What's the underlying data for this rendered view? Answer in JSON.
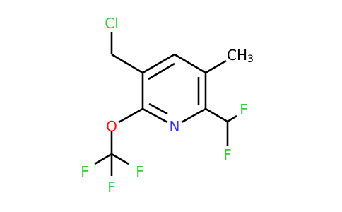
{
  "molecule": {
    "atoms": {
      "cl": {
        "text": "Cl",
        "color": "#33cc33"
      },
      "n": {
        "text": "N",
        "color": "#3333ff"
      },
      "o": {
        "text": "O",
        "color": "#ff0d0d"
      },
      "f1": {
        "text": "F",
        "color": "#33cc33"
      },
      "f2": {
        "text": "F",
        "color": "#33cc33"
      },
      "f3": {
        "text": "F",
        "color": "#33cc33"
      },
      "f4": {
        "text": "F",
        "color": "#33cc33"
      },
      "f5": {
        "text": "F",
        "color": "#33cc33"
      },
      "methyl": {
        "text": "CH",
        "subscript": "3",
        "color": "#000000"
      }
    },
    "bond_color": "#000000"
  }
}
